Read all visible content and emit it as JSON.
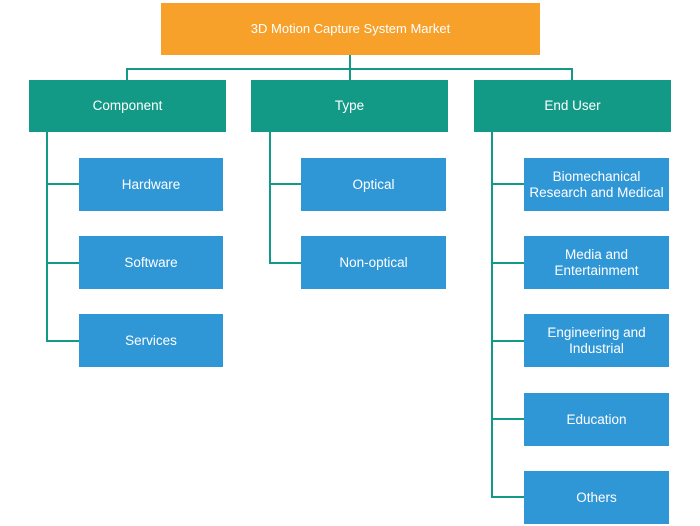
{
  "root": {
    "label": "3D Motion Capture System Market"
  },
  "categories": [
    {
      "label": "Component",
      "children": [
        "Hardware",
        "Software",
        "Services"
      ]
    },
    {
      "label": "Type",
      "children": [
        "Optical",
        "Non-optical"
      ]
    },
    {
      "label": "End User",
      "children": [
        "Biomechanical Research and Medical",
        "Media and Entertainment",
        "Engineering and Industrial",
        "Education",
        "Others"
      ]
    }
  ],
  "colors": {
    "root": "#f7a12a",
    "category": "#139a87",
    "leaf": "#3097d7",
    "connector": "#139a87"
  }
}
